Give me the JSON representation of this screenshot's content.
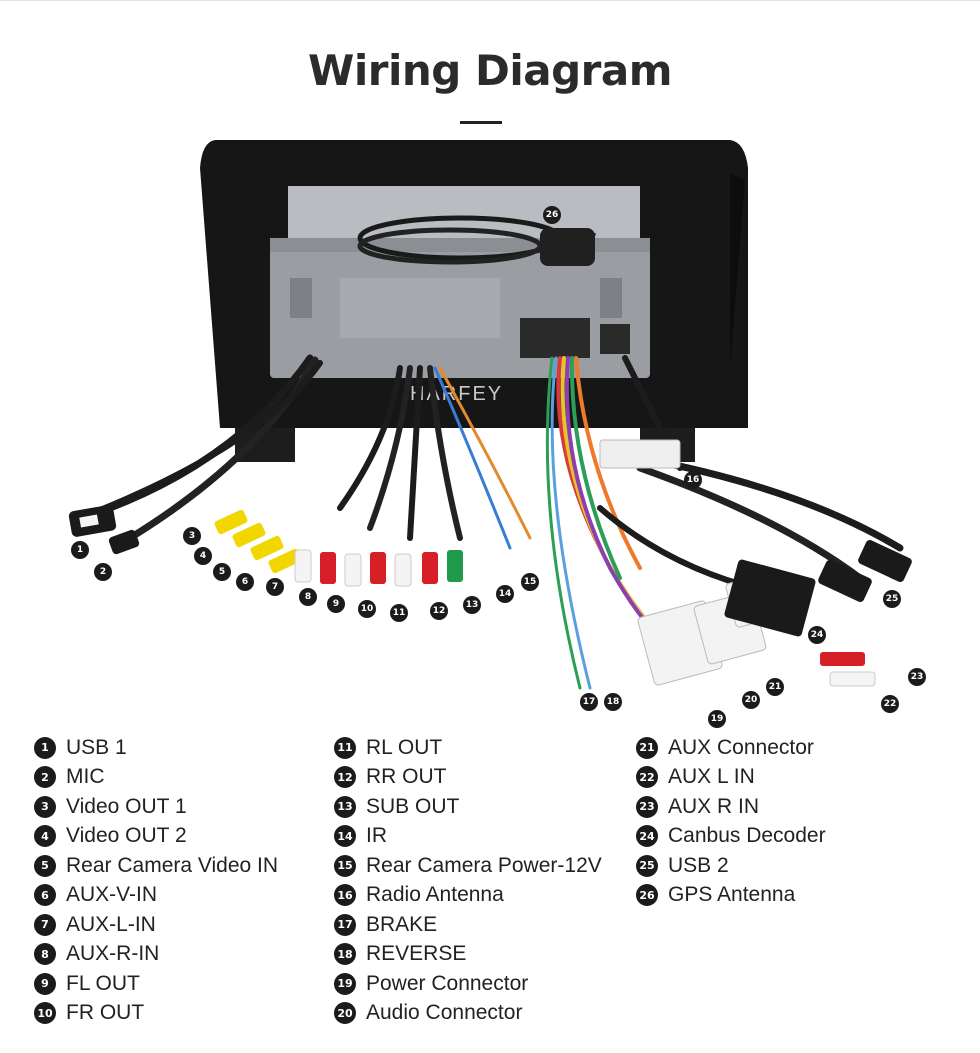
{
  "title": "Wiring Diagram",
  "watermark": "HARFEY",
  "legend": [
    {
      "num": "1",
      "label": "USB 1"
    },
    {
      "num": "2",
      "label": "MIC"
    },
    {
      "num": "3",
      "label": "Video OUT 1"
    },
    {
      "num": "4",
      "label": "Video OUT 2"
    },
    {
      "num": "5",
      "label": "Rear Camera Video IN"
    },
    {
      "num": "6",
      "label": "AUX-V-IN"
    },
    {
      "num": "7",
      "label": "AUX-L-IN"
    },
    {
      "num": "8",
      "label": "AUX-R-IN"
    },
    {
      "num": "9",
      "label": "FL OUT"
    },
    {
      "num": "10",
      "label": "FR OUT"
    },
    {
      "num": "11",
      "label": "RL OUT"
    },
    {
      "num": "12",
      "label": "RR OUT"
    },
    {
      "num": "13",
      "label": "SUB OUT"
    },
    {
      "num": "14",
      "label": "IR"
    },
    {
      "num": "15",
      "label": "Rear Camera Power-12V"
    },
    {
      "num": "16",
      "label": "Radio Antenna"
    },
    {
      "num": "17",
      "label": "BRAKE"
    },
    {
      "num": "18",
      "label": "REVERSE"
    },
    {
      "num": "19",
      "label": "Power Connector"
    },
    {
      "num": "20",
      "label": "Audio Connector"
    },
    {
      "num": "21",
      "label": "AUX Connector"
    },
    {
      "num": "22",
      "label": "AUX L IN"
    },
    {
      "num": "23",
      "label": "AUX R IN"
    },
    {
      "num": "24",
      "label": "Canbus Decoder"
    },
    {
      "num": "25",
      "label": "USB 2"
    },
    {
      "num": "26",
      "label": "GPS Antenna"
    }
  ],
  "colors": {
    "badge": "#1b1b1b",
    "rca_yellow": "#f2d600",
    "rca_red": "#d61f26",
    "rca_white": "#f4f4f4",
    "rca_green": "#1f9a4a",
    "unit_frame": "#151515",
    "chassis": "#9a9ea3"
  }
}
